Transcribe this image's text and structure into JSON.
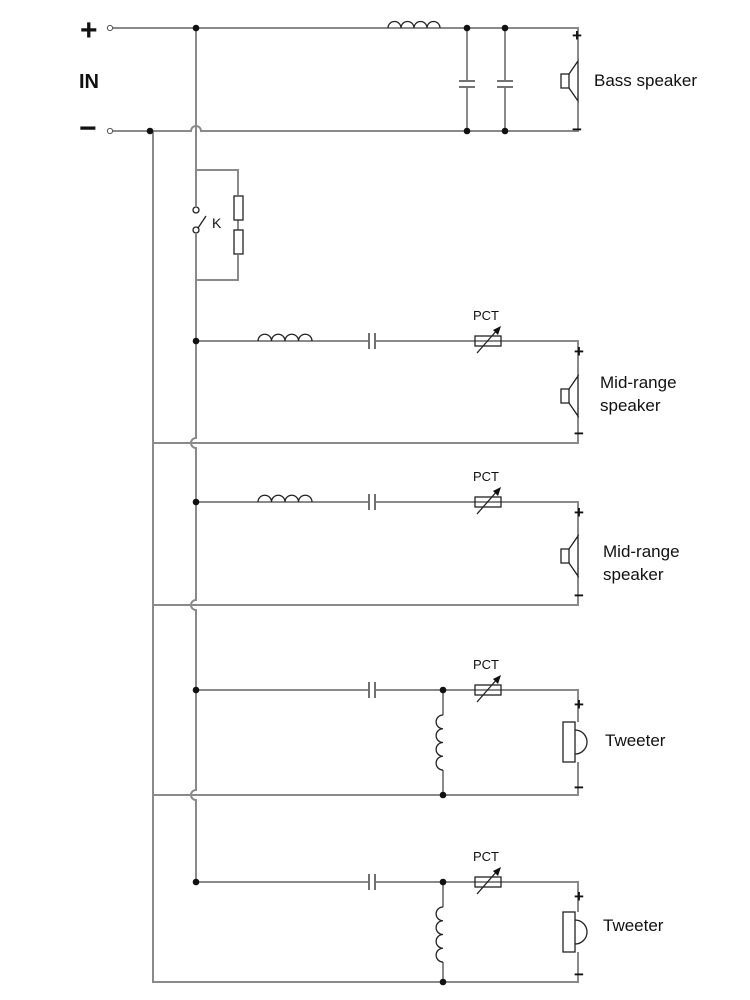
{
  "input": {
    "plus": "+",
    "label": "IN",
    "minus": "−"
  },
  "switch_label": "K",
  "pct_label": "PCT",
  "plus_sign": "+",
  "minus_sign": "−",
  "speakers": {
    "bass": "Bass speaker",
    "mid1_line1": "Mid-range",
    "mid1_line2": "speaker",
    "mid2_line1": "Mid-range",
    "mid2_line2": "speaker",
    "tweeter1": "Tweeter",
    "tweeter2": "Tweeter"
  }
}
